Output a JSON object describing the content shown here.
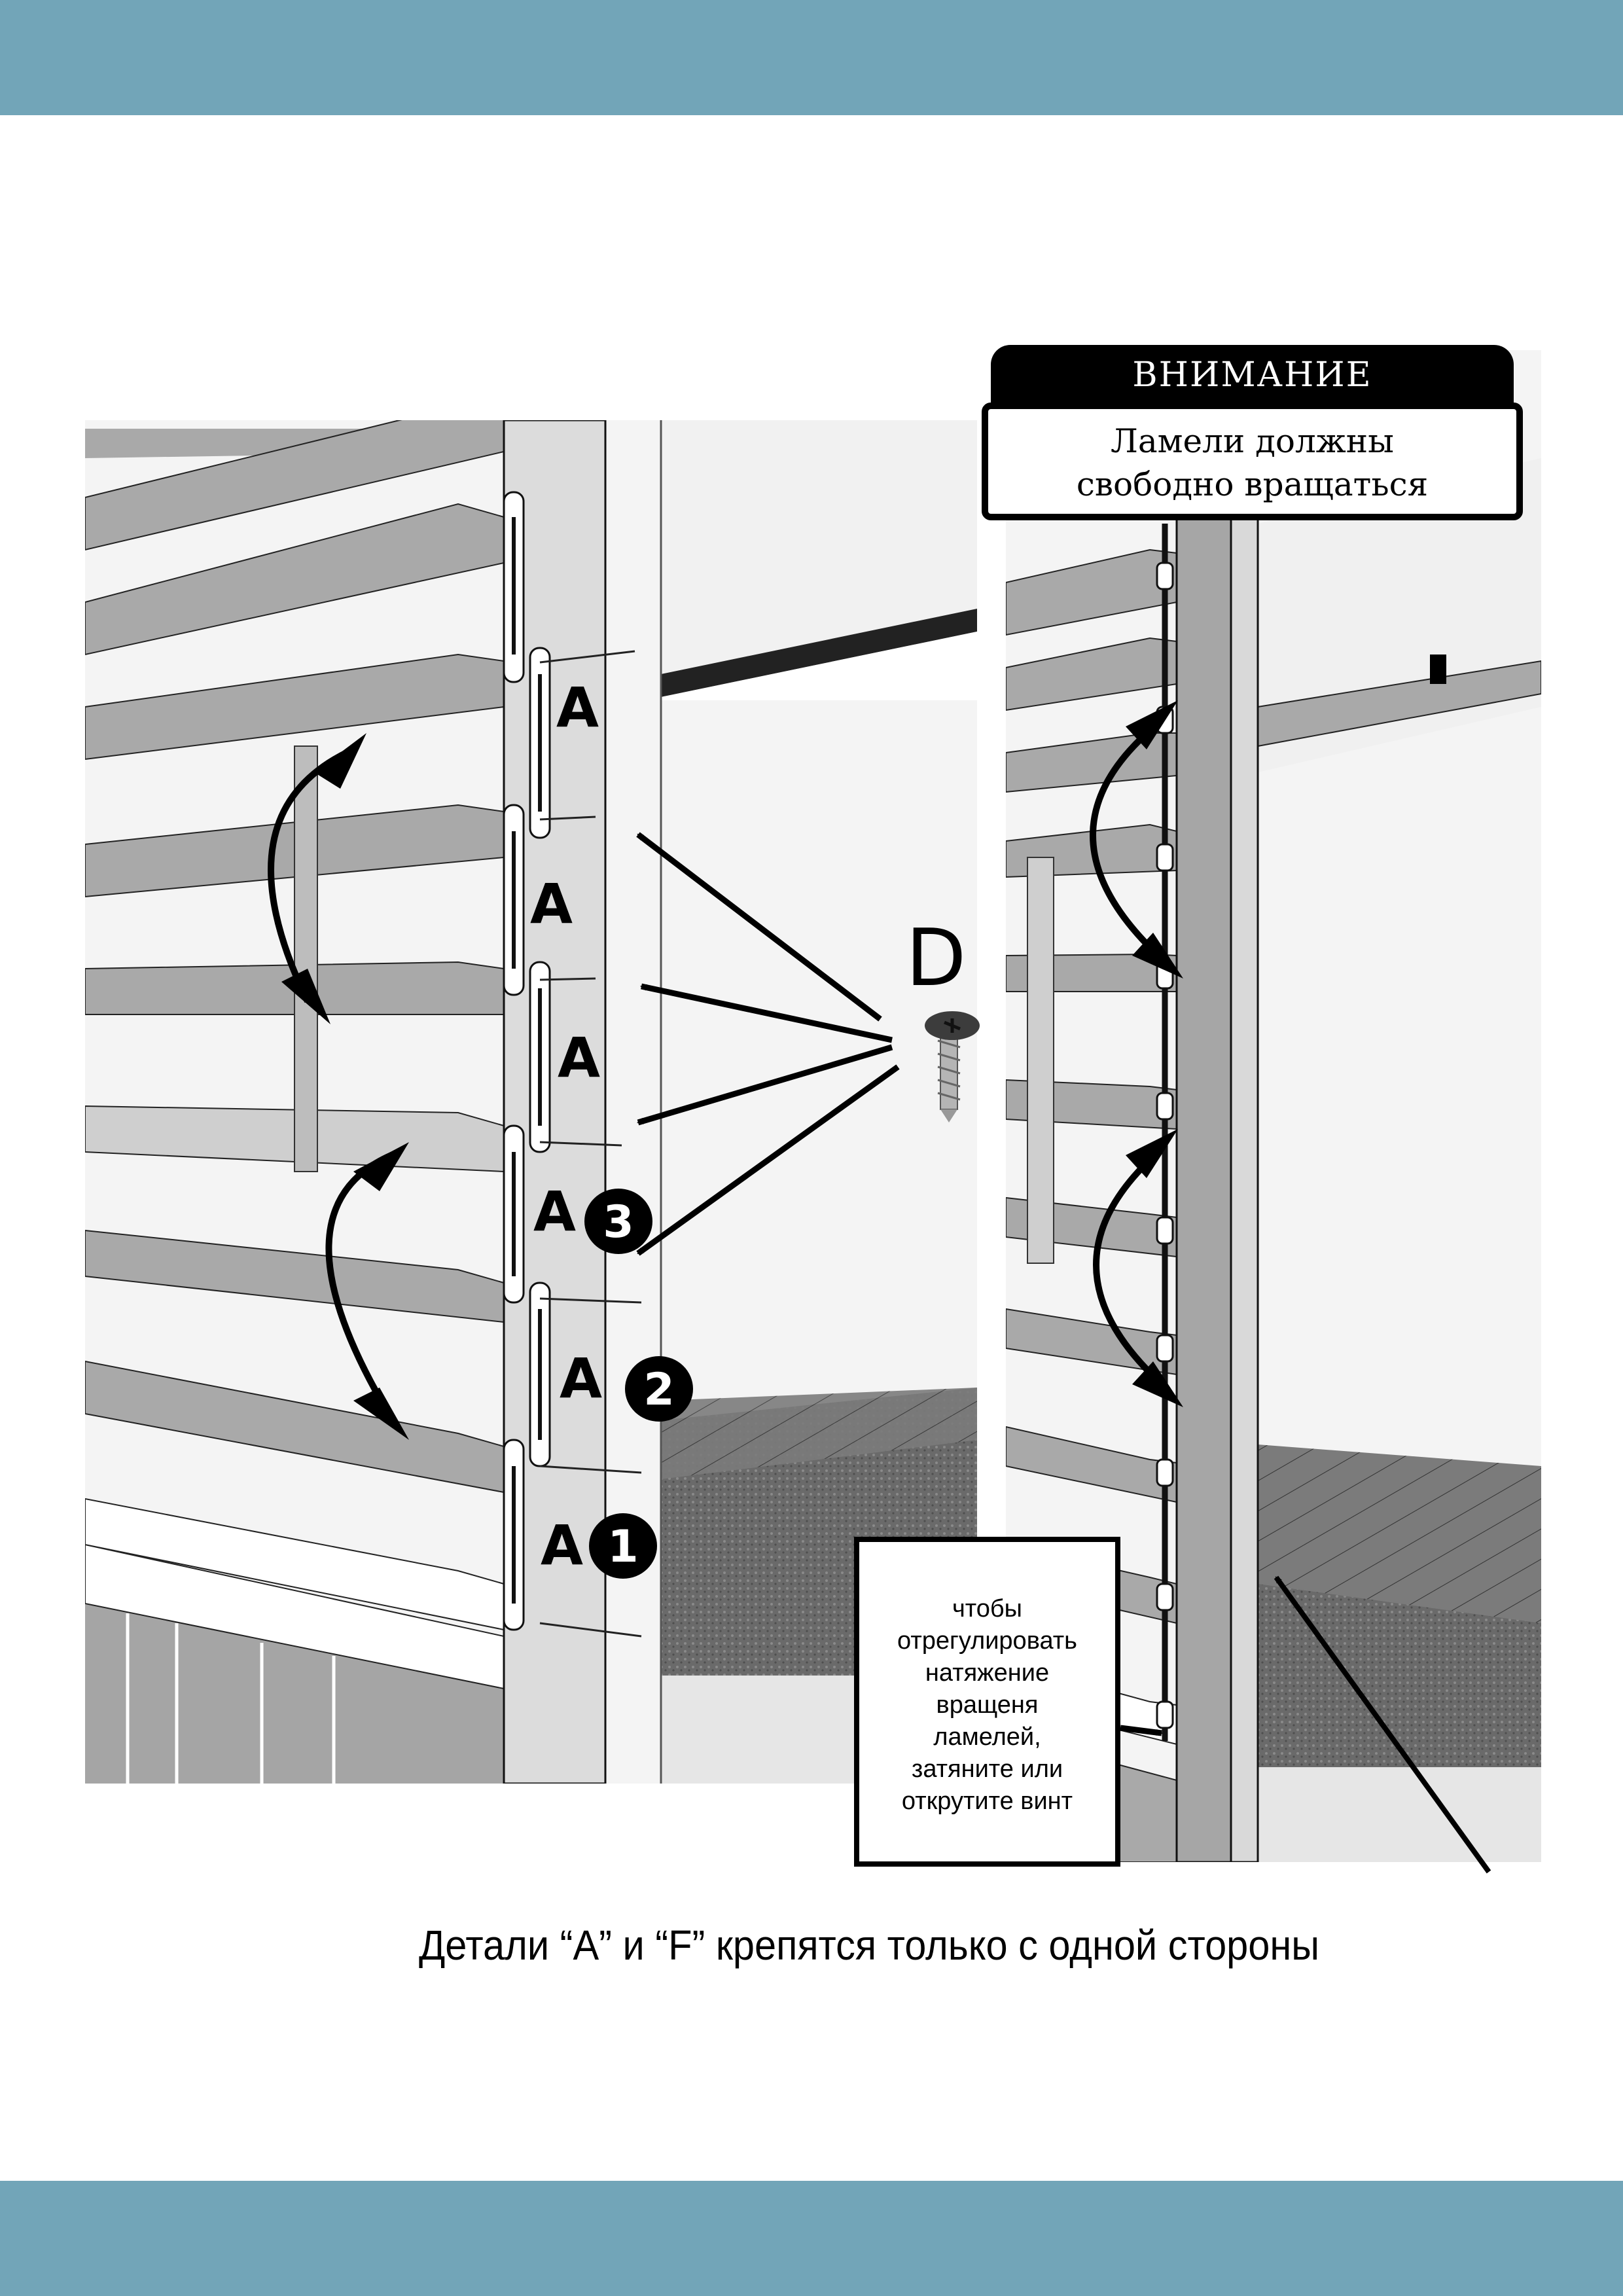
{
  "colors": {
    "band": "#72a5b8",
    "ink": "#000000",
    "paper": "#ffffff",
    "slat": "#a9a9a9",
    "slat_light": "#d8d8d8",
    "post": "#dcdcdc",
    "post_dark": "#a6a6a6",
    "floor": "#6e6e6e"
  },
  "attention": {
    "title": "ВНИМАНИЕ",
    "lines": [
      "Ламели должны",
      "свободно вращаться"
    ]
  },
  "left_figure": {
    "part_labels": [
      "A",
      "A",
      "A",
      "A",
      "A",
      "A"
    ],
    "step_numbers": [
      "3",
      "2",
      "1"
    ],
    "screw_label": "D"
  },
  "note": {
    "lines": [
      "чтобы",
      "отрегулировать",
      "натяжение",
      "вращеня",
      "ламелей,",
      "затяните или",
      "открутите винт"
    ]
  },
  "caption": "Детали “A”  и  “F” крепятся только с одной стороны"
}
